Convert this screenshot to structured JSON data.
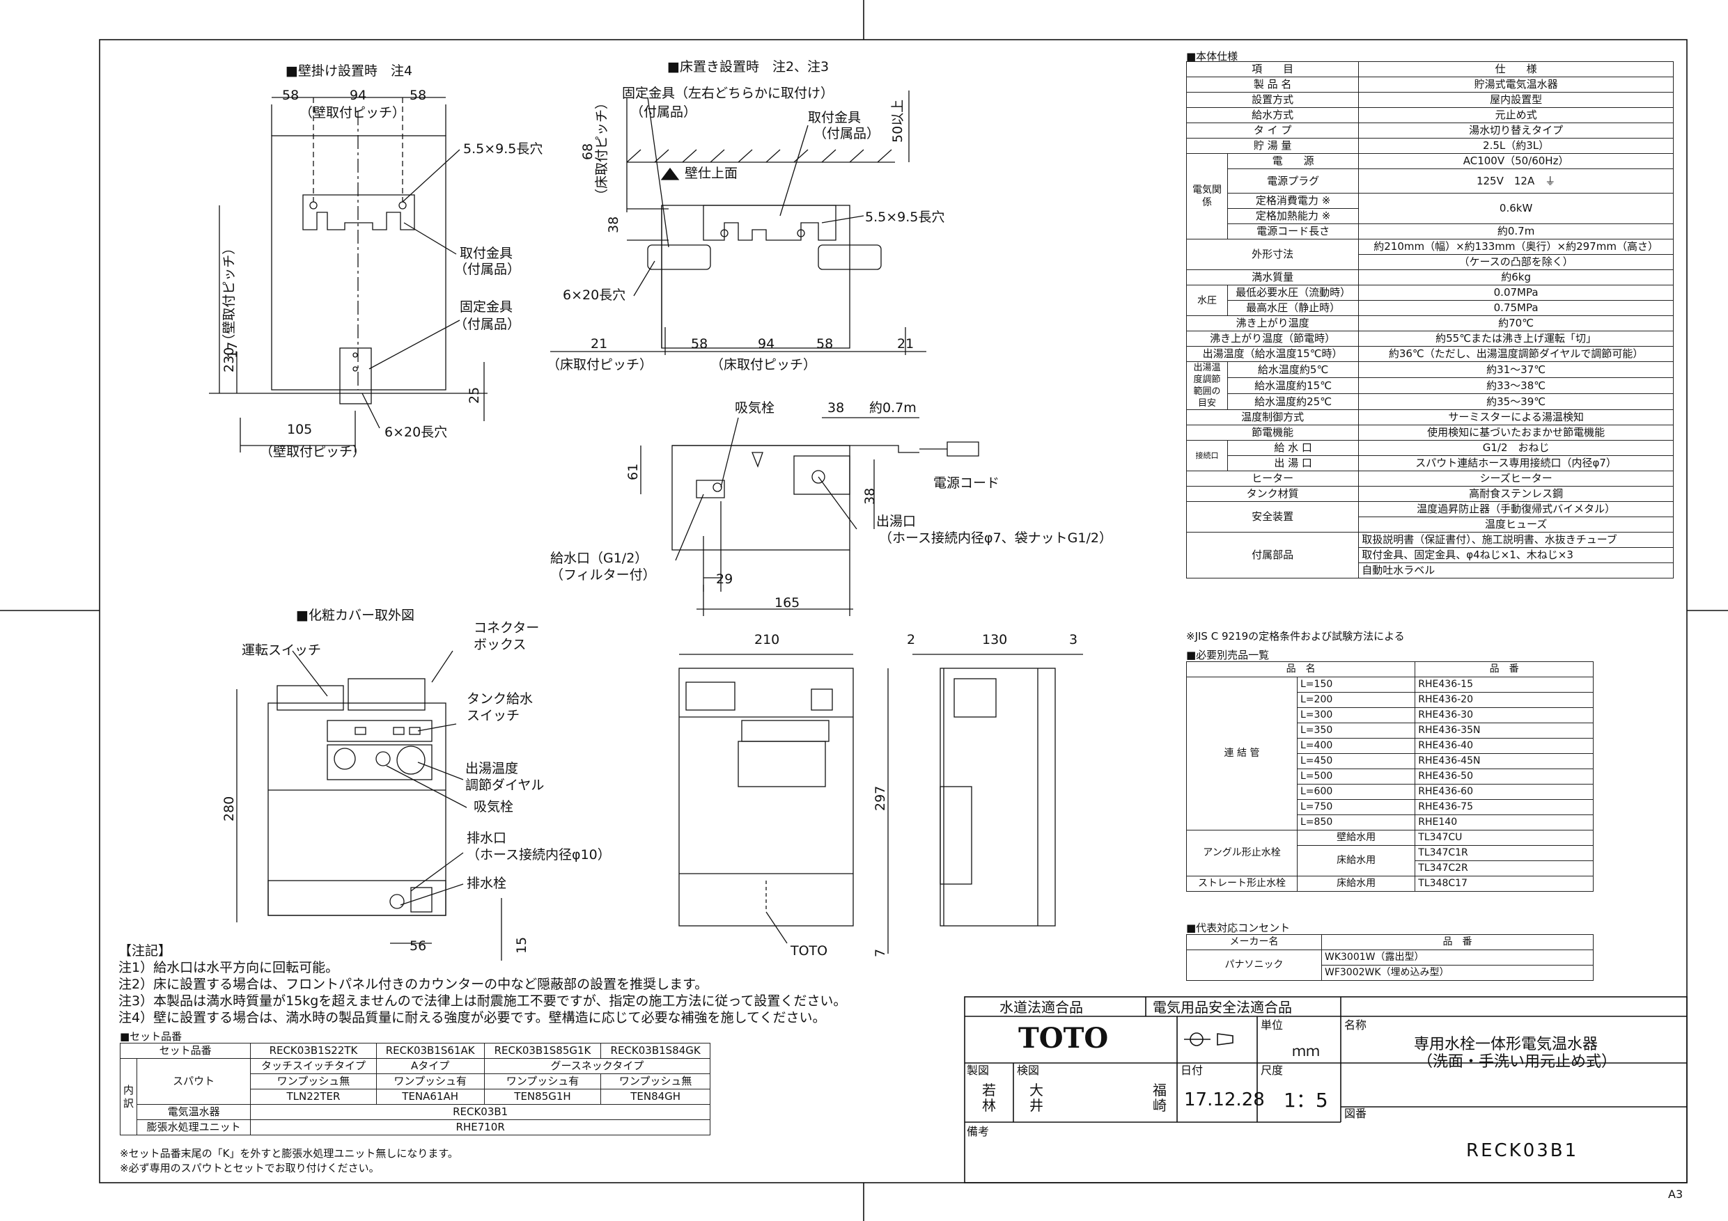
{
  "views": {
    "wall_title": "■壁掛け設置時　注4",
    "floor_title": "■床置き設置時　注2、注3",
    "cover_title": "■化粧カバー取外図"
  },
  "dims": {
    "d58a": "58",
    "d94a": "94",
    "d58b": "58",
    "wall_pitch": "（壁取付ピッチ）",
    "wall_pitch_v": "230（壁取付ピッチ）",
    "d17": "17",
    "d25": "25",
    "d105": "105",
    "wall_pitch_b": "（壁取付ピッチ）",
    "d68": "68",
    "floor_pitch_v": "（床取付ピッチ）",
    "d50": "50以上",
    "d38a": "38",
    "d21a": "21",
    "d58c": "58",
    "d94b": "94",
    "d58d": "58",
    "d21b": "21",
    "floor_pitch_a": "（床取付ピッチ）",
    "floor_pitch_b": "（床取付ピッチ）",
    "d38b": "38",
    "cord_len": "約0.7m",
    "d61": "61",
    "d38c": "38",
    "d29": "29",
    "d165": "165",
    "d210": "210",
    "d2": "2",
    "d130": "130",
    "d3": "3",
    "d280": "280",
    "d297": "297",
    "d56": "56",
    "d15": "15",
    "d7": "7"
  },
  "labels": {
    "slot1": "5.5×9.5長穴",
    "mount_bracket": "取付金具",
    "included": "（付属品）",
    "fix_bracket": "固定金具",
    "included2": "（付属品）",
    "slot2": "6×20長穴",
    "fix_bracket_lr": "固定金具（左右どちらかに取付け）",
    "included3": "（付属品）",
    "mount_bracket2": "取付金具",
    "included4": "（付属品）",
    "wall_surface": "壁仕上面",
    "slot3": "5.5×9.5長穴",
    "slot4": "6×20長穴",
    "air_valve": "吸気栓",
    "power_cord": "電源コード",
    "outlet": "出湯口",
    "outlet_spec": "（ホース接続内径φ7、袋ナットG1/2）",
    "inlet": "給水口（G1/2）",
    "filter": "（フィルター付）",
    "run_switch": "運転スイッチ",
    "connector_box_1": "コネクター",
    "connector_box_2": "ボックス",
    "tank_switch_1": "タンク給水",
    "tank_switch_2": "スイッチ",
    "temp_dial_1": "出湯温度",
    "temp_dial_2": "調節ダイヤル",
    "air_valve2": "吸気栓",
    "drain": "排水口",
    "drain_spec": "（ホース接続内径φ10）",
    "drain_plug": "排水栓",
    "toto_mark": "TOTO"
  },
  "spec": {
    "heading": "■本体仕様",
    "col_item": "項　　目",
    "col_spec": "仕　　様",
    "rows": [
      [
        "製 品 名",
        "貯湯式電気温水器"
      ],
      [
        "設置方式",
        "屋内設置型"
      ],
      [
        "給水方式",
        "元止め式"
      ],
      [
        "タ イ プ",
        "湯水切り替えタイプ"
      ],
      [
        "貯 湯 量",
        "2.5L（約3L）"
      ]
    ],
    "elec_group": "電気関係",
    "elec_rows": [
      [
        "電　　源",
        "AC100V（50/60Hz）"
      ],
      [
        "電源プラグ",
        "125V　12A　⏚"
      ],
      [
        "定格消費電力 ※",
        "0.6kW"
      ],
      [
        "定格加熱能力 ※",
        ""
      ],
      [
        "電源コード長さ",
        "約0.7m"
      ]
    ],
    "outer_label": "外形寸法",
    "outer_1": "約210mm（幅）×約133mm（奥行）×約297mm（高さ）",
    "outer_2": "（ケースの凸部を除く）",
    "full_mass": "満水質量",
    "full_mass_v": "約6kg",
    "press_group": "水圧",
    "press_rows": [
      [
        "最低必要水圧（流動時）",
        "0.07MPa"
      ],
      [
        "最高水圧（静止時）",
        "0.75MPa"
      ]
    ],
    "boil": "沸き上がり温度",
    "boil_v": "約70℃",
    "boil_eco": "沸き上がり温度（節電時）",
    "boil_eco_v": "約55℃または沸き上げ運転「切」",
    "out_temp": "出湯温度（給水温度15℃時）",
    "out_temp_v": "約36℃（ただし、出湯温度調節ダイヤルで調節可能）",
    "range_group": "出湯温度調節範囲の目安",
    "range_rows": [
      [
        "給水温度約5℃",
        "約31～37℃"
      ],
      [
        "給水温度約15℃",
        "約33～38℃"
      ],
      [
        "給水温度約25℃",
        "約35～39℃"
      ]
    ],
    "control": "温度制御方式",
    "control_v": "サーミスターによる湯温検知",
    "eco_func": "節電機能",
    "eco_func_v": "使用検知に基づいたおまかせ節電機能",
    "conn_group": "接続口",
    "conn_rows": [
      [
        "給 水 口",
        "G1/2　おねじ"
      ],
      [
        "出 湯 口",
        "スパウト連結ホース専用接続口（内径φ7）"
      ]
    ],
    "heater": "ヒーター",
    "heater_v": "シーズヒーター",
    "tank": "タンク材質",
    "tank_v": "高耐食ステンレス鋼",
    "safety": "安全装置",
    "safety_1": "温度過昇防止器（手動復帰式バイメタル）",
    "safety_2": "温度ヒューズ",
    "acc": "付属部品",
    "acc_1": "取扱説明書（保証書付）、施工説明書、水抜きチューブ",
    "acc_2": "取付金具、固定金具、φ4ねじ×1、木ねじ×3",
    "acc_3": "自動吐水ラベル",
    "footnote": "※JIS C 9219の定格条件および試験方法による"
  },
  "parts": {
    "heading": "■必要別売品一覧",
    "col_name": "品　名",
    "col_code": "品　番",
    "hose_label": "連 結 管",
    "hoses": [
      [
        "L=150",
        "RHE436-15"
      ],
      [
        "L=200",
        "RHE436-20"
      ],
      [
        "L=300",
        "RHE436-30"
      ],
      [
        "L=350",
        "RHE436-35N"
      ],
      [
        "L=400",
        "RHE436-40"
      ],
      [
        "L=450",
        "RHE436-45N"
      ],
      [
        "L=500",
        "RHE436-50"
      ],
      [
        "L=600",
        "RHE436-60"
      ],
      [
        "L=750",
        "RHE436-75"
      ],
      [
        "L=850",
        "RHE140"
      ]
    ],
    "angle_label": "アングル形止水栓",
    "wall_supply": "壁給水用",
    "wall_supply_v": "TL347CU",
    "floor_supply": "床給水用",
    "floor_supply_v1": "TL347C1R",
    "floor_supply_v2": "TL347C2R",
    "straight_label": "ストレート形止水栓",
    "floor_supply2": "床給水用",
    "straight_v": "TL348C17"
  },
  "outlet_tbl": {
    "heading": "■代表対応コンセント",
    "col_maker": "メーカー名",
    "col_code": "品　番",
    "maker": "パナソニック",
    "o1": "WK3001W（露出型）",
    "o2": "WF3002WK（埋め込み型）"
  },
  "notes": {
    "title": "【注記】",
    "n1": "注1）給水口は水平方向に回転可能。",
    "n2": "注2）床に設置する場合は、フロントパネル付きのカウンターの中など隠蔽部の設置を推奨します。",
    "n3": "注3）本製品は満水時質量が15kgを超えませんので法律上は耐震施工不要ですが、指定の施工方法に従って設置ください。",
    "n4": "注4）壁に設置する場合は、満水時の製品質量に耐える強度が必要です。壁構造に応じて必要な補強を施してください。"
  },
  "sets": {
    "heading": "■セット品番",
    "col_set": "セット品番",
    "codes": [
      "RECK03B1S22TK",
      "RECK03B1S61AK",
      "RECK03B1S85G1K",
      "RECK03B1S84GK"
    ],
    "naiyaku": "内訳",
    "spout": "スパウト",
    "type_touch": "タッチスイッチタイプ",
    "type_a": "Aタイプ",
    "type_goose": "グースネックタイプ",
    "push": [
      "ワンプッシュ無",
      "ワンプッシュ有",
      "ワンプッシュ有",
      "ワンプッシュ無"
    ],
    "spout_codes": [
      "TLN22TER",
      "TENA61AH",
      "TEN85G1H",
      "TEN84GH"
    ],
    "heater": "電気温水器",
    "heater_v": "RECK03B1",
    "exp": "膨張水処理ユニット",
    "exp_v": "RHE710R",
    "f1": "※セット品番末尾の「K」を外すと膨張水処理ユニット無しになります。",
    "f2": "※必ず専用のスパウトとセットでお取り付けください。"
  },
  "titleblock": {
    "law1": "水道法適合品",
    "law2": "電気用品安全法適合品",
    "brand": "TOTO",
    "unit_label": "単位",
    "unit": "ｍｍ",
    "name_label": "名称",
    "name_1": "専用水栓一体形電気温水器",
    "name_2": "（洗面・手洗い用元止め式）",
    "made_label": "製図",
    "made": "若林",
    "check_label": "検図",
    "check_1": "大井",
    "check_2": "福崎",
    "date_label": "日付",
    "date": "17.12.28",
    "scale_label": "尺度",
    "scale": "1：5",
    "dwg_label": "図番",
    "dwg": "RECK03B1",
    "remarks_label": "備考"
  },
  "sheet": "A3"
}
